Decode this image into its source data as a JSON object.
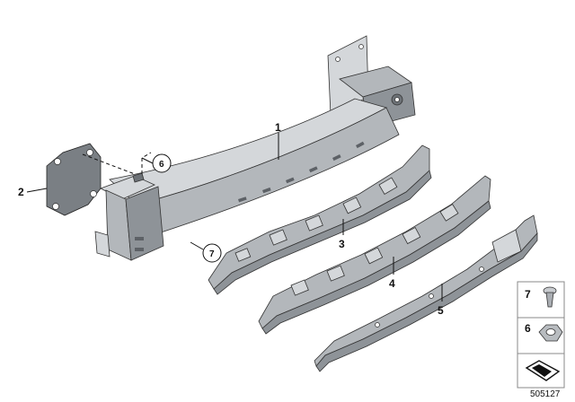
{
  "callouts": {
    "c1": "1",
    "c2": "2",
    "c3": "3",
    "c4": "4",
    "c5": "5",
    "c6": "6",
    "c7": "7"
  },
  "legend": {
    "item_7": "7",
    "item_6": "6"
  },
  "image_number": "505127"
}
